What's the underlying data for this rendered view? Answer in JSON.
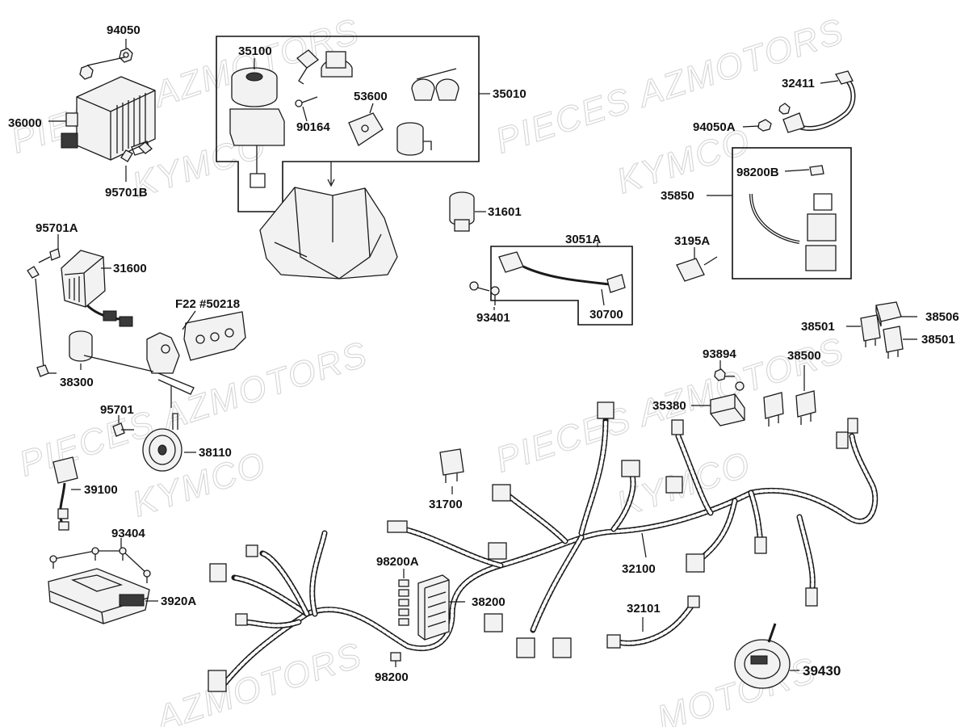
{
  "watermarks": [
    "PIECES AZMOTORS",
    "KYMCO",
    "PIECES AZMOTORS",
    "KYMCO",
    "PIECES AZMOTORS",
    "KYMCO",
    "PIECES AZMOTORS",
    "KYMCO",
    "AZMOTORS",
    "MOTORS"
  ],
  "labels": {
    "p94050": "94050",
    "p36000": "36000",
    "p95701B": "95701B",
    "p35100": "35100",
    "p53600": "53600",
    "p35010": "35010",
    "p90164": "90164",
    "p32411": "32411",
    "p94050A": "94050A",
    "p98200B": "98200B",
    "p35850": "35850",
    "p3195A": "3195A",
    "p31601": "31601",
    "p3051A": "3051A",
    "p93401": "93401",
    "p30700": "30700",
    "p95701A": "95701A",
    "p31600": "31600",
    "pF22": "F22  #50218",
    "p38300": "38300",
    "p95701": "95701",
    "p38110": "38110",
    "p39100": "39100",
    "p93404": "93404",
    "p3920A": "3920A",
    "p38506": "38506",
    "p38501a": "38501",
    "p38501b": "38501",
    "p93894": "93894",
    "p38500": "38500",
    "p35380": "35380",
    "p31700": "31700",
    "p32100": "32100",
    "p98200A": "98200A",
    "p38200": "38200",
    "p98200": "98200",
    "p32101": "32101",
    "p39430": "39430"
  }
}
